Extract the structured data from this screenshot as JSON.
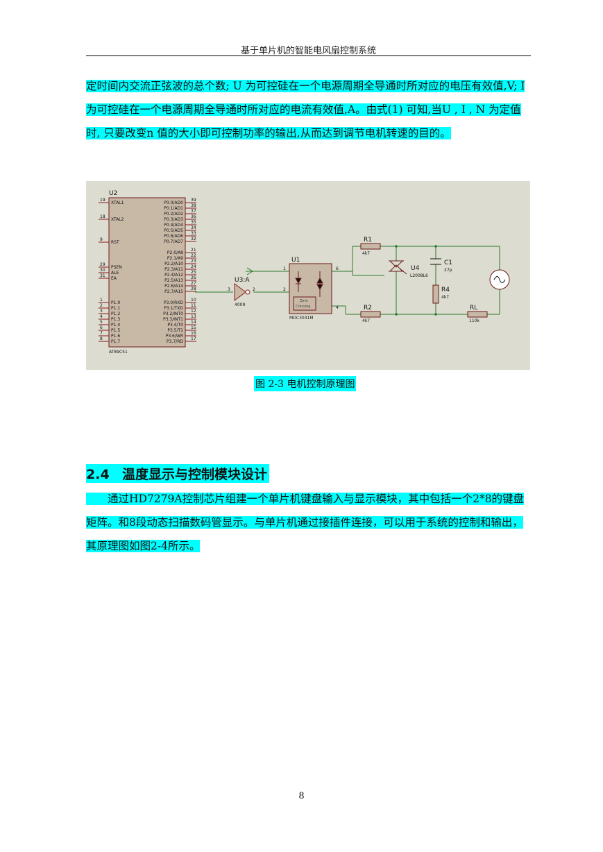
{
  "header": {
    "title": "基于单片机的智能电风扇控制系统"
  },
  "paragraph1": "定时间内交流正弦波的总个数; U 为可控硅在一个电源周期全导通时所对应的电压有效值,V; I 为可控硅在一个电源周期全导通时所对应的电流有效值,A。由式(1) 可知,当U , I , N 为定值时, 只要改变n 值的大小即可控制功率的输出,从而达到调节电机转速的目的。",
  "figure": {
    "caption": "图 2-3 电机控制原理图",
    "u2": {
      "ref": "U2",
      "part": "AT89C51",
      "left_pins": [
        {
          "num": "19",
          "name": "XTAL1"
        },
        {
          "num": "18",
          "name": "XTAL2"
        },
        {
          "num": "9",
          "name": "RST"
        },
        {
          "num": "29",
          "name": "PSEN"
        },
        {
          "num": "30",
          "name": "ALE"
        },
        {
          "num": "31",
          "name": "EA"
        },
        {
          "num": "1",
          "name": "P1.0"
        },
        {
          "num": "2",
          "name": "P1.1"
        },
        {
          "num": "3",
          "name": "P1.2"
        },
        {
          "num": "4",
          "name": "P1.3"
        },
        {
          "num": "5",
          "name": "P1.4"
        },
        {
          "num": "6",
          "name": "P1.5"
        },
        {
          "num": "7",
          "name": "P1.6"
        },
        {
          "num": "8",
          "name": "P1.7"
        }
      ],
      "right_pins": [
        {
          "num": "39",
          "name": "P0.0/AD0"
        },
        {
          "num": "38",
          "name": "P0.1/AD1"
        },
        {
          "num": "37",
          "name": "P0.2/AD2"
        },
        {
          "num": "36",
          "name": "P0.3/AD3"
        },
        {
          "num": "35",
          "name": "P0.4/AD4"
        },
        {
          "num": "34",
          "name": "P0.5/AD5"
        },
        {
          "num": "33",
          "name": "P0.6/AD6"
        },
        {
          "num": "32",
          "name": "P0.7/AD7"
        },
        {
          "num": "21",
          "name": "P2.0/A8"
        },
        {
          "num": "22",
          "name": "P2.1/A9"
        },
        {
          "num": "23",
          "name": "P2.2/A10"
        },
        {
          "num": "24",
          "name": "P2.3/A11"
        },
        {
          "num": "25",
          "name": "P2.4/A12"
        },
        {
          "num": "26",
          "name": "P2.5/A13"
        },
        {
          "num": "27",
          "name": "P2.6/A14"
        },
        {
          "num": "28",
          "name": "P2.7/A15"
        },
        {
          "num": "10",
          "name": "P3.0/RXD"
        },
        {
          "num": "11",
          "name": "P3.1/TXD"
        },
        {
          "num": "12",
          "name": "P3.2/INT0"
        },
        {
          "num": "13",
          "name": "P3.3/INT1"
        },
        {
          "num": "14",
          "name": "P3.4/T0"
        },
        {
          "num": "15",
          "name": "P3.5/T1"
        },
        {
          "num": "16",
          "name": "P3.6/WR"
        },
        {
          "num": "17",
          "name": "P3.7/RD"
        }
      ]
    },
    "u3": {
      "ref": "U3:A",
      "part": "4009",
      "pin_in": "3",
      "pin_out": "2"
    },
    "u1": {
      "ref": "U1",
      "part": "MOC3031M",
      "zc1": "Zero",
      "zc2": "Crossing",
      "pin1": "1",
      "pin2": "2",
      "pin4": "4",
      "pin6": "6"
    },
    "r1": {
      "ref": "R1",
      "value": "4k7"
    },
    "r2": {
      "ref": "R2",
      "value": "4k7"
    },
    "r4": {
      "ref": "R4",
      "value": "4k7"
    },
    "c1": {
      "ref": "C1",
      "value": "27p"
    },
    "u4": {
      "ref": "U4",
      "part": "L2008L6"
    },
    "rl": {
      "ref": "RL",
      "value": "110k"
    }
  },
  "section": {
    "number": "2.4",
    "title": "温度显示与控制模块设计"
  },
  "paragraph2": "通过HD7279A控制芯片组建一个单片机键盘输入与显示模块，其中包括一个2*8的键盘矩阵。和8段动态扫描数码管显示。与单片机通过接插件连接，可以用于系统的控制和输出，其原理图如图2-4所示。",
  "page_number": "8",
  "colors": {
    "highlight": "#00ffff",
    "figure_bg": "#dcdcd0",
    "chip_fill": "#c8b8a6",
    "wire": "#2a7a2a",
    "outline": "#8a1a1a"
  }
}
